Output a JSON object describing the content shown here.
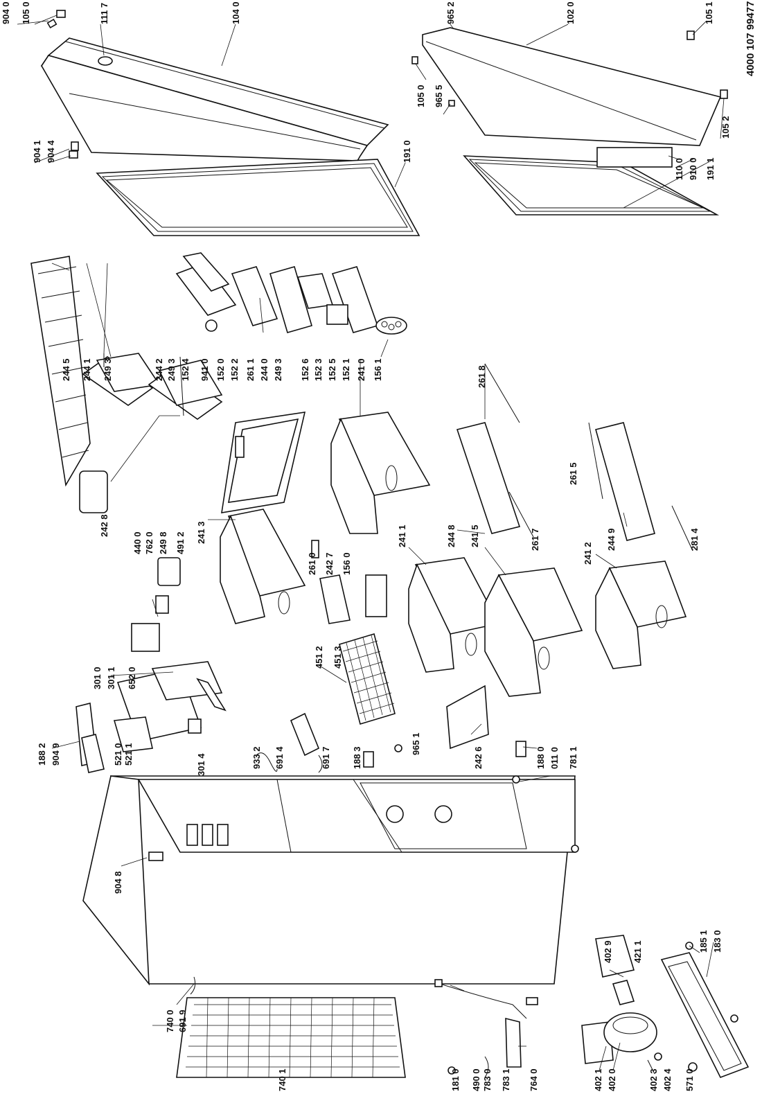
{
  "document_number": "4000 107 99477",
  "labels": {
    "l9040": "904 0",
    "l1050a": "105 0",
    "l1117": "111 7",
    "l1040": "104 0",
    "l9041": "904 1",
    "l9044": "904 4",
    "l1910a": "191 0",
    "l9652": "965 2",
    "l1020": "102 0",
    "l1051": "105 1",
    "l1050b": "105 0",
    "l9655": "965 5",
    "l1100": "110 0",
    "l9100": "910 0",
    "l1911": "191 1",
    "l1052": "105 2",
    "l2445": "244 5",
    "l2441": "244 1",
    "l2493a": "249 3",
    "l2442": "244 2",
    "l2493b": "249 3",
    "l1524": "152 4",
    "l9410": "941 0",
    "l1520": "152 0",
    "l1522": "152 2",
    "l2611": "261 1",
    "l2440": "244 0",
    "l2493c": "249 3",
    "l1526": "152 6",
    "l1523": "152 3",
    "l1525": "152 5",
    "l1521": "152 1",
    "l2410": "241 0",
    "l1561": "156 1",
    "l2618": "261 8",
    "l2428": "242 8",
    "l4400": "440 0",
    "l7620": "762 0",
    "l2498": "249 8",
    "l4912": "491 2",
    "l2413": "241 3",
    "l2610": "261 0",
    "l2427": "242 7",
    "l1560": "156 0",
    "l2411": "241 1",
    "l2448": "244 8",
    "l2415": "241 5",
    "l2617": "261 7",
    "l2615": "261 5",
    "l2449": "244 9",
    "l2814": "281 4",
    "l2412": "241 2",
    "l3010": "301 0",
    "l3011": "301 1",
    "l6520": "652 0",
    "l4512": "451 2",
    "l4513": "451 3",
    "l1882": "188 2",
    "l9049": "904 9",
    "l5210": "521 0",
    "l5211": "521 1",
    "l3014": "301 4",
    "l9332": "933 2",
    "l6914": "691 4",
    "l6917": "691 7",
    "l1883": "188 3",
    "l9651": "965 1",
    "l2426": "242 6",
    "l1880": "188 0",
    "l0110": "011 0",
    "l7811": "781 1",
    "l9048": "904 8",
    "l7400": "740 0",
    "l6919": "691 9",
    "l7401": "740 1",
    "l1810": "181 0",
    "l4900": "490 0",
    "l7830": "783 0",
    "l7831": "783 1",
    "l7640": "764 0",
    "l4029": "402 9",
    "l4211": "421 1",
    "l1851": "185 1",
    "l1830": "183 0",
    "l4021": "402 1",
    "l4020": "402 0",
    "l4023": "402 3",
    "l4024": "402 4",
    "l5710": "571 0"
  }
}
